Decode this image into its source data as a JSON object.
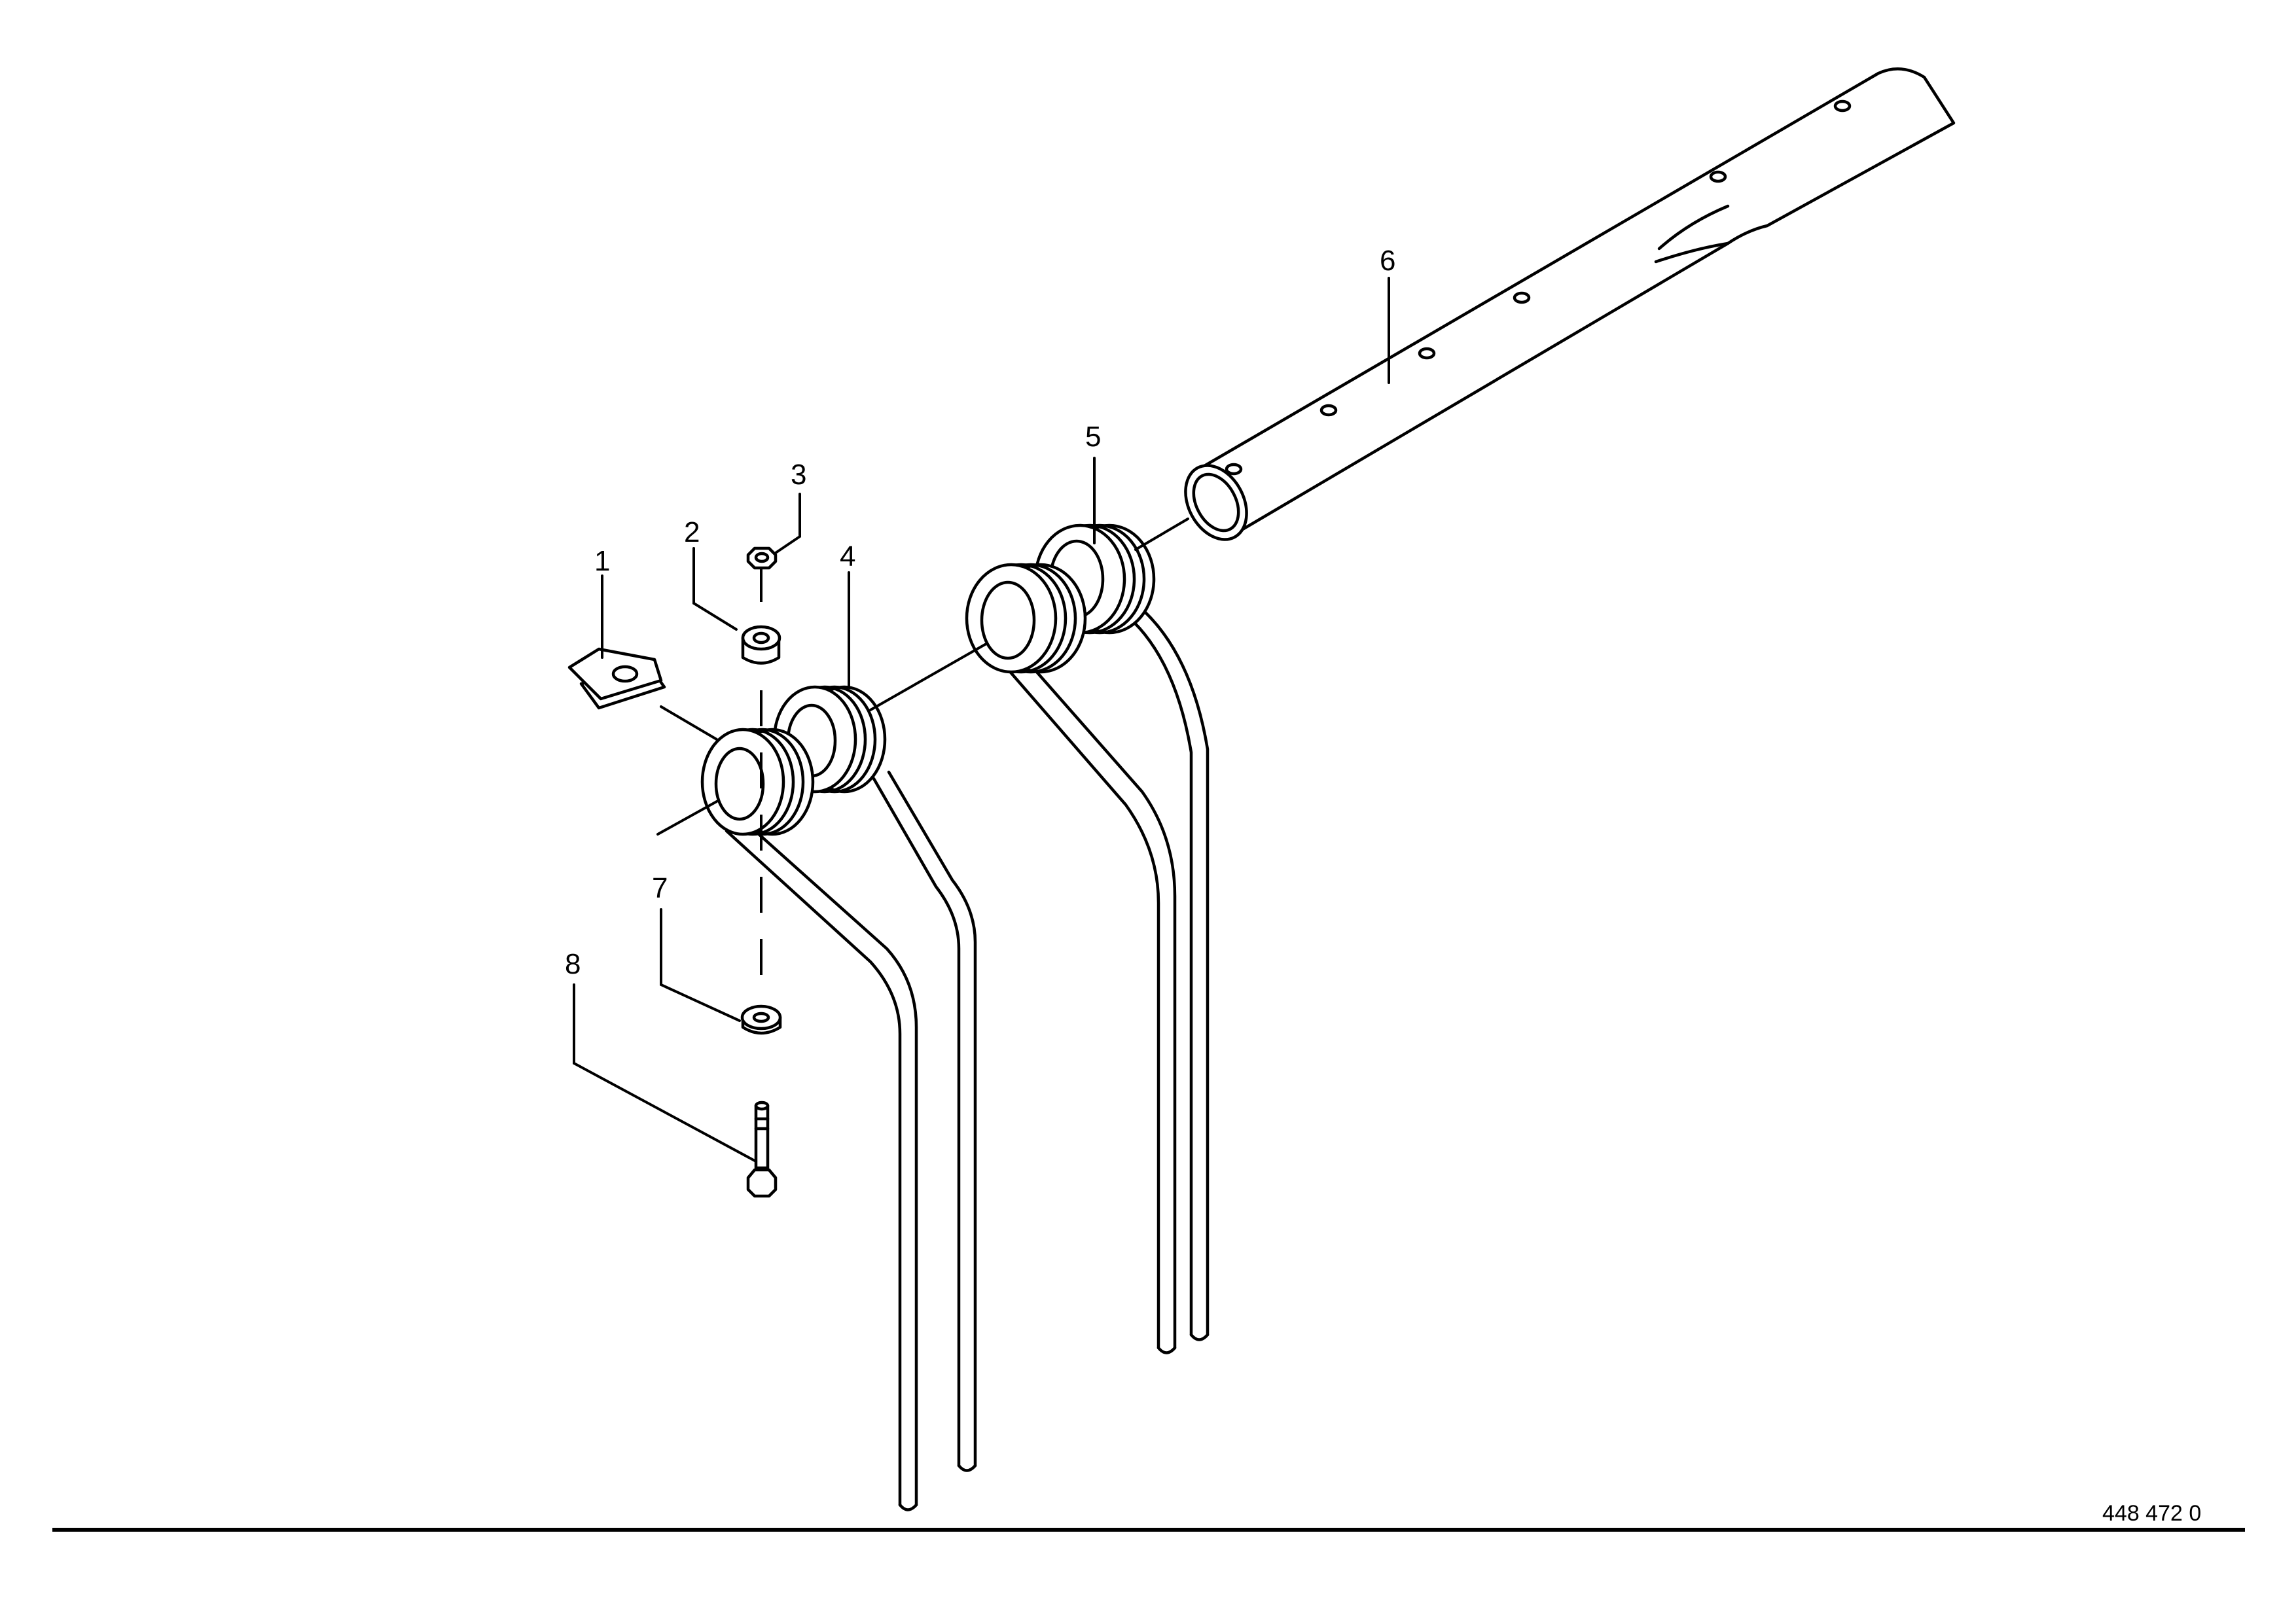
{
  "callouts": {
    "part_1": "1",
    "part_2": "2",
    "part_3": "3",
    "part_4": "4",
    "part_5": "5",
    "part_6": "6",
    "part_7": "7",
    "part_8": "8"
  },
  "drawing_number": "448 472 0",
  "colors": {
    "line": "#000000",
    "background": "#ffffff"
  }
}
